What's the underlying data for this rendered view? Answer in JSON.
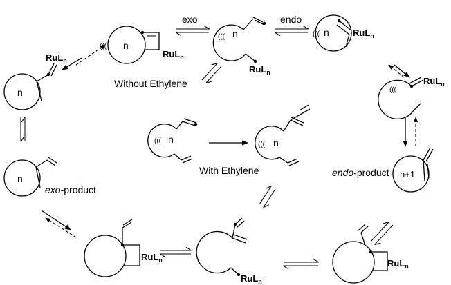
{
  "labels": {
    "exo": "exo",
    "endo": "endo",
    "without_ethylene": "Without Ethylene",
    "with_ethylene": "With Ethylene",
    "exo_product_prefix": "exo",
    "exo_product_suffix": "-product",
    "endo_product_prefix": "endo",
    "endo_product_suffix": "-product"
  },
  "ring_labels": {
    "n": "n",
    "n_plus_1": "n+1",
    "tether": "((("
  },
  "catalyst": {
    "metal": "RuL",
    "subscript": "n"
  }
}
